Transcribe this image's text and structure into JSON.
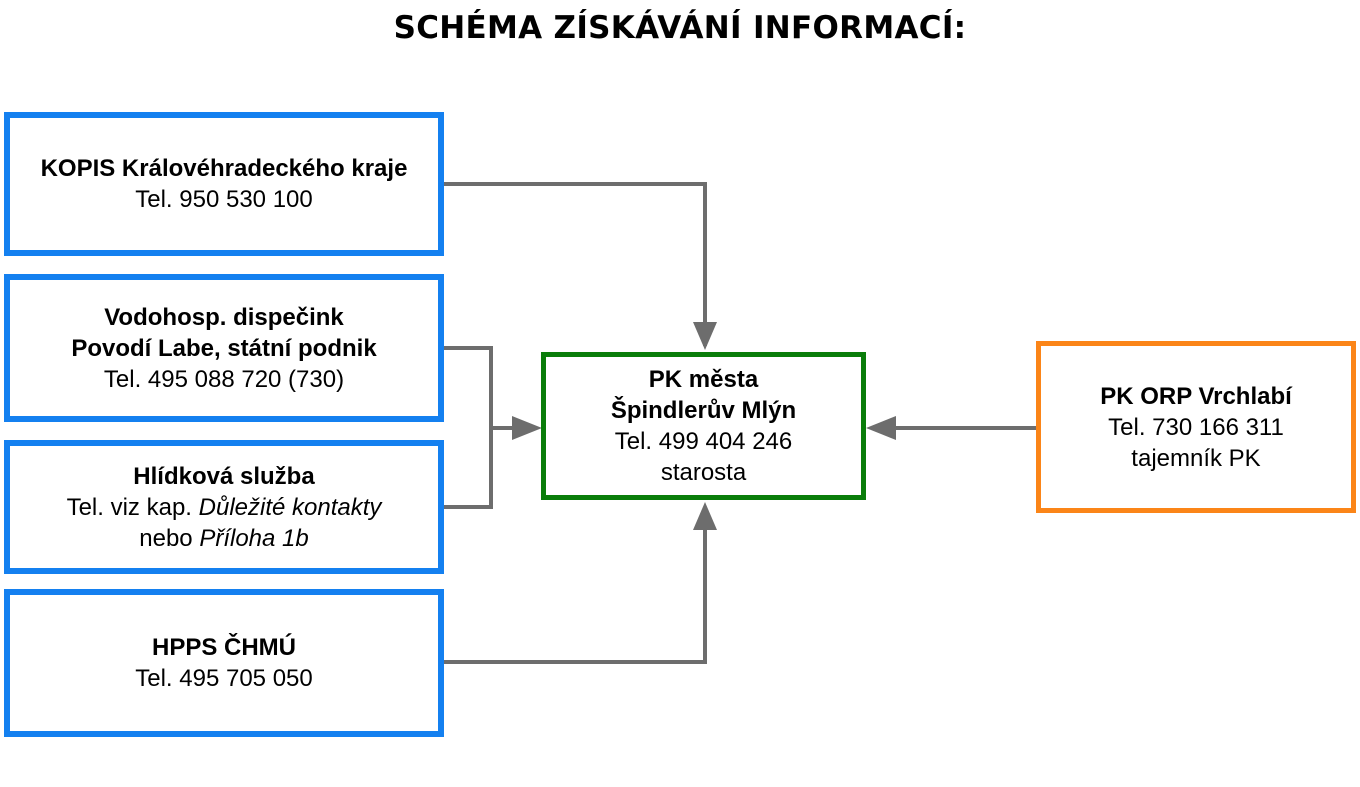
{
  "title": "SCHÉMA ZÍSKÁVÁNÍ INFORMACÍ:",
  "kopis": {
    "name": "KOPIS Královéhradeckého kraje",
    "tel": "Tel. 950 530 100"
  },
  "vodohosp": {
    "line1": "Vodohosp. dispečink",
    "line2": "Povodí Labe, státní podnik",
    "tel": "Tel. 495 088 720 (730)"
  },
  "hlidkova": {
    "name": "Hlídková služba",
    "tel_prefix": "Tel. viz kap.",
    "tel_ref": "Důležité kontakty",
    "or_text": "nebo",
    "annex": "Příloha 1b"
  },
  "hpps": {
    "name": "HPPS ČHMÚ",
    "tel": "Tel. 495 705 050"
  },
  "pk_mesta": {
    "line1": "PK města",
    "line2": "Špindlerův Mlýn",
    "tel": "Tel. 499 404 246",
    "role": "starosta"
  },
  "pk_orp": {
    "name": "PK ORP Vrchlabí",
    "tel": "Tel. 730 166 311",
    "role": "tajemník PK"
  },
  "colors": {
    "source_border": "#1480f0",
    "center_border": "#0a7d0a",
    "orp_border": "#fb8518",
    "arrow": "#6d6d6d"
  }
}
